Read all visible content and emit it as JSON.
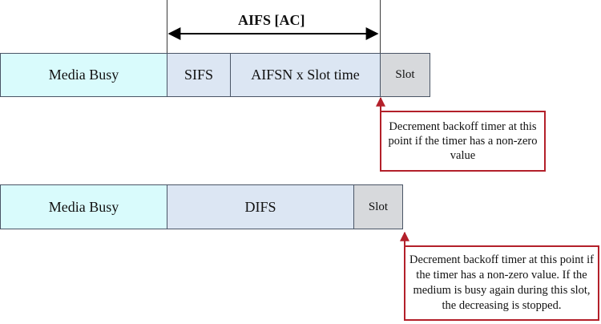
{
  "aifs_timeline": {
    "aifs_label": "AIFS [AC]",
    "media_busy": "Media Busy",
    "sifs": "SIFS",
    "aifsn_slot": "AIFSN x Slot time",
    "slot": "Slot",
    "note": "Decrement backoff timer at this point if the timer has a non-zero value"
  },
  "difs_timeline": {
    "media_busy": "Media Busy",
    "difs": "DIFS",
    "slot": "Slot",
    "note": "Decrement backoff timer at this point if the timer has a non-zero value. If the medium is busy again during this slot, the decreasing is stopped."
  },
  "colors": {
    "media_busy_fill": "#d9fbfc",
    "ifs_fill": "#dce6f3",
    "slot_fill": "#d7d9dc",
    "note_border": "#b3202a",
    "box_border": "#4a5566"
  }
}
